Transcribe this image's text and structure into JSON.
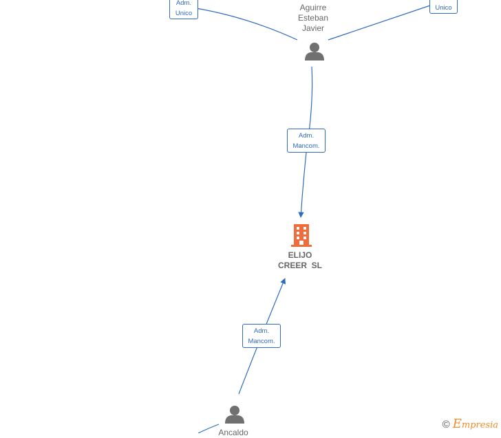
{
  "nodes": {
    "person_top": {
      "name_lines": [
        "Aguirre",
        "Esteban",
        "Javier"
      ]
    },
    "company": {
      "name_lines": [
        "ELIJO",
        "CREER  SL"
      ]
    },
    "person_bottom": {
      "name_lines": [
        "Ancaldo"
      ]
    }
  },
  "edges": [
    {
      "id": "top-left",
      "label_lines": [
        "Adm.",
        "Unico"
      ]
    },
    {
      "id": "top-right",
      "label_lines": [
        "Unico"
      ]
    },
    {
      "id": "top-to-company",
      "label_lines": [
        "Adm.",
        "Mancom."
      ]
    },
    {
      "id": "bottom-to-company",
      "label_lines": [
        "Adm.",
        "Mancom."
      ]
    }
  ],
  "brand": {
    "copyright": "©",
    "initial": "E",
    "rest": "mpresia"
  },
  "colors": {
    "edge": "#2e6bbf",
    "person_icon": "#707070",
    "company_icon": "#f26b3a",
    "text": "#666666"
  },
  "icons": {
    "person": "person-icon",
    "company": "building-icon"
  }
}
